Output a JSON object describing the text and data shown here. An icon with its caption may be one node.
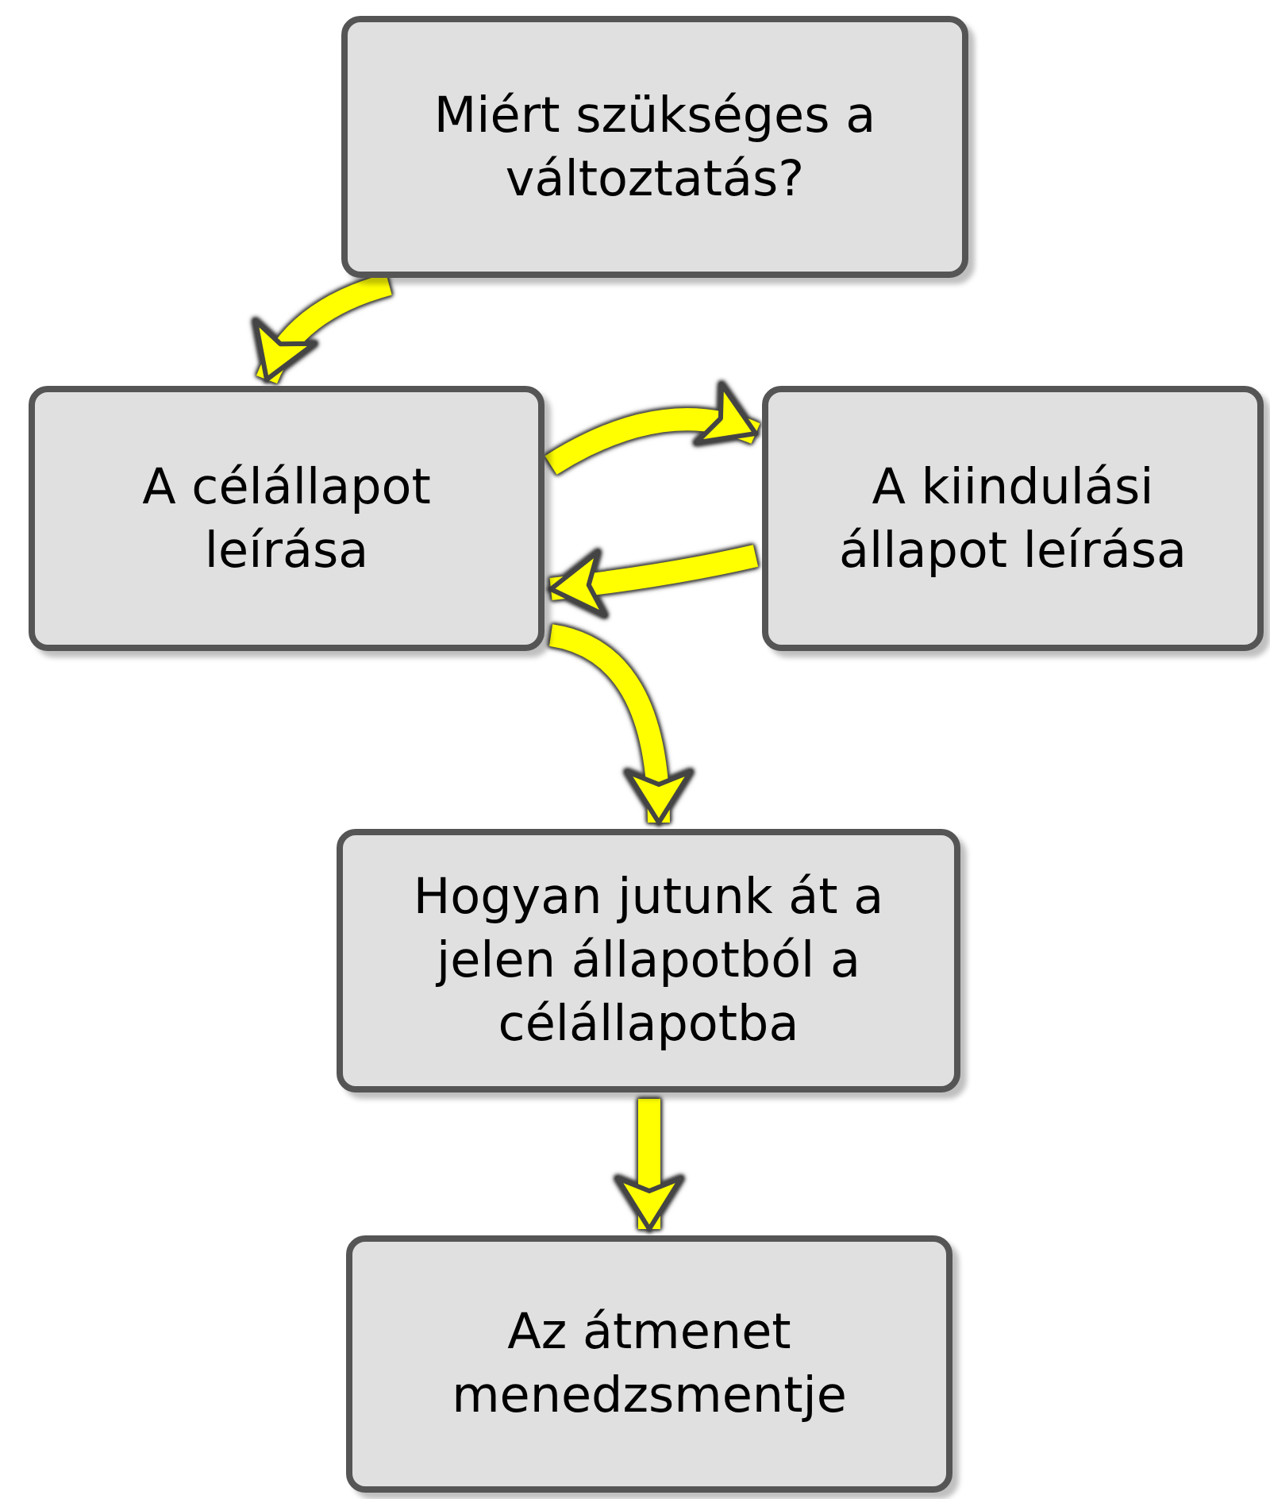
{
  "diagram": {
    "nodes": [
      {
        "text": [
          "Miért szükséges a változtatás?"
        ]
      },
      {
        "text": [
          "A célállapot leírása"
        ]
      },
      {
        "text": [
          "A kiindulási állapot leírása"
        ]
      },
      {
        "text": [
          "Hogyan jutunk át a jelen állapotból a célállapotba"
        ]
      },
      {
        "text": [
          "Az átmenet menedzsmentje"
        ]
      }
    ],
    "edges": [
      {
        "from": 0,
        "to": 1,
        "arrow": "to"
      },
      {
        "from": 1,
        "to": 2,
        "arrow": "to"
      },
      {
        "from": 2,
        "to": 1,
        "arrow": "to"
      },
      {
        "from": 1,
        "to": 3,
        "arrow": "to"
      },
      {
        "from": 3,
        "to": 4,
        "arrow": "to"
      }
    ]
  }
}
